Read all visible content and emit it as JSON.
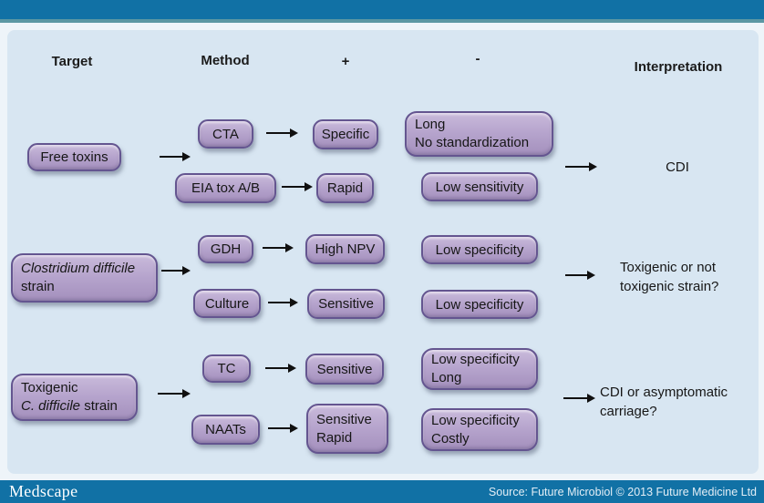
{
  "header": {
    "target": "Target",
    "method": "Method",
    "plus": "+",
    "minus": "-",
    "interpretation": "Interpretation"
  },
  "flow": {
    "groups": [
      {
        "target": {
          "line1": "Free toxins"
        },
        "method1": "CTA",
        "method2": "EIA tox A/B",
        "plus1": "Specific",
        "plus2": "Rapid",
        "minus1_line1": "Long",
        "minus1_line2": "No standardization",
        "minus2_line1": "Low sensitivity",
        "interp_line1": "CDI"
      },
      {
        "target": {
          "line1_italic": "Clostridium difficile",
          "line2": "strain"
        },
        "method1": "GDH",
        "method2": "Culture",
        "plus1": "High NPV",
        "plus2": "Sensitive",
        "minus1_line1": "Low specificity",
        "minus2_line1": "Low specificity",
        "interp_line1": "Toxigenic or not",
        "interp_line2": "toxigenic strain?"
      },
      {
        "target": {
          "line1": "Toxigenic",
          "line2_italic": "C. difficile",
          "line2_rest": " strain"
        },
        "method1": "TC",
        "method2": "NAATs",
        "plus1": "Sensitive",
        "plus2_line1": "Sensitive",
        "plus2_line2": "Rapid",
        "minus1_line1": "Low specificity",
        "minus1_line2": "Long",
        "minus2_line1": "Low specificity",
        "minus2_line2": "Costly",
        "interp_line1": "CDI or asymptomatic",
        "interp_line2": "carriage?"
      }
    ]
  },
  "footer": {
    "brand": "Medscape",
    "source": "Source: Future Microbiol © 2013 Future Medicine Ltd"
  },
  "colors": {
    "top_bar": "#1171a5",
    "teal_line": "#5b97a3",
    "panel_background": "#d8e6f2",
    "box_fill": "#b5a3cc",
    "box_border": "#645590",
    "bottom_bar": "#1171a5"
  }
}
